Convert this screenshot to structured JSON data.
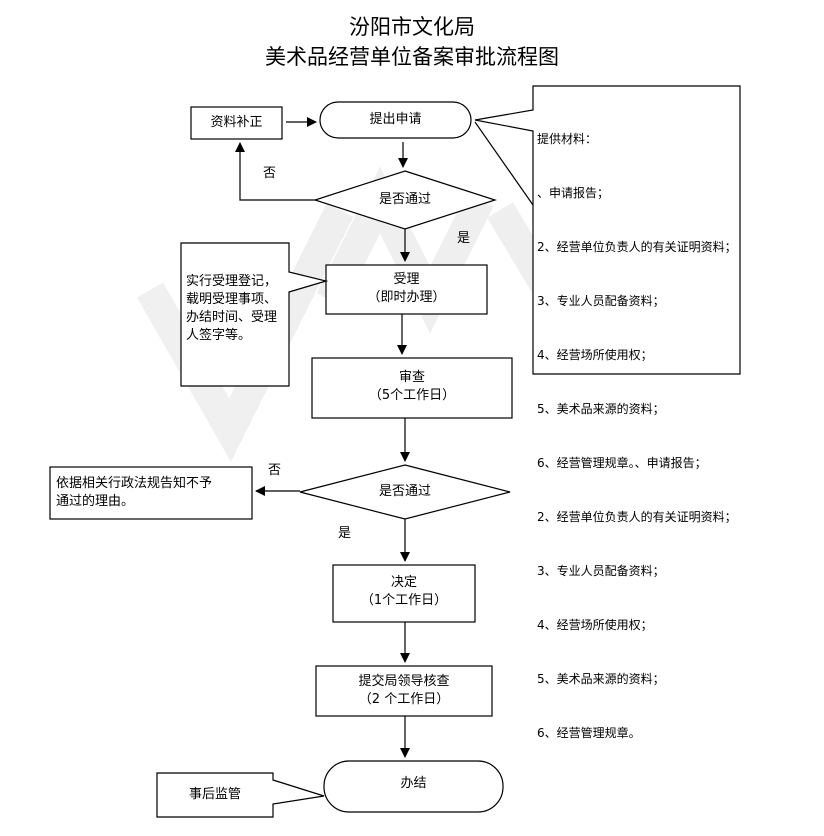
{
  "header": {
    "title_line1": "汾阳市文化局",
    "title_line2": "美术品经营单位备案审批流程图"
  },
  "nodes": {
    "ziliao_buzheng": "资料补正",
    "tichu_shenqing": "提出申请",
    "decision1": "是否通过",
    "shouli": "受理\n（即时办理）",
    "shenha": "审查\n（5个工作日）",
    "decision2": "是否通过",
    "jueding": "决定\n（1个工作日）",
    "tijiao": "提交局领导核查\n（2 个工作日）",
    "banjie": "办结"
  },
  "labels": {
    "no1": "否",
    "yes1": "是",
    "no2": "否",
    "yes2": "是"
  },
  "notes": {
    "shouli_note": "实行受理登记，\n载明受理事项、\n办结时间、受理\n人签字等。",
    "reject_note": "依据相关行政法规告知不予\n通过的理由。",
    "supervision": "事后监管"
  },
  "materials": {
    "heading": "提供材料：",
    "items": [
      "、申请报告；",
      "2、经营单位负责人的有关证明资料；",
      "3、专业人员配备资料；",
      "4、经营场所使用权；",
      "5、美术品来源的资料；",
      "6、经营管理规章。、申请报告；",
      "2、经营单位负责人的有关证明资料；",
      "3、专业人员配备资料；",
      "4、经营场所使用权；",
      "5、美术品来源的资料；",
      "6、经营管理规章。"
    ]
  }
}
